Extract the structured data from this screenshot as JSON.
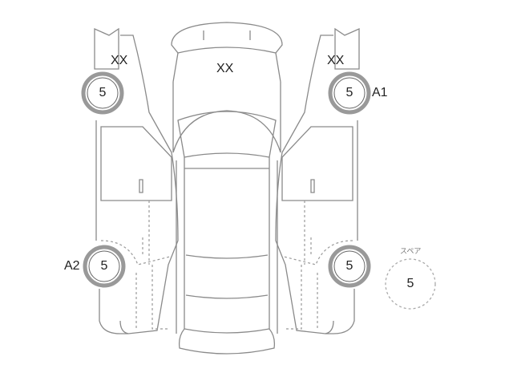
{
  "diagram": {
    "left_front_mark": "XX",
    "center_mark": "XX",
    "right_front_mark": "XX",
    "tires": {
      "left_front": {
        "value": "5"
      },
      "right_front": {
        "value": "5",
        "code": "A1"
      },
      "left_rear": {
        "value": "5",
        "code": "A2"
      },
      "right_rear": {
        "value": "5"
      },
      "spare": {
        "label": "スペア",
        "value": "5"
      }
    }
  }
}
